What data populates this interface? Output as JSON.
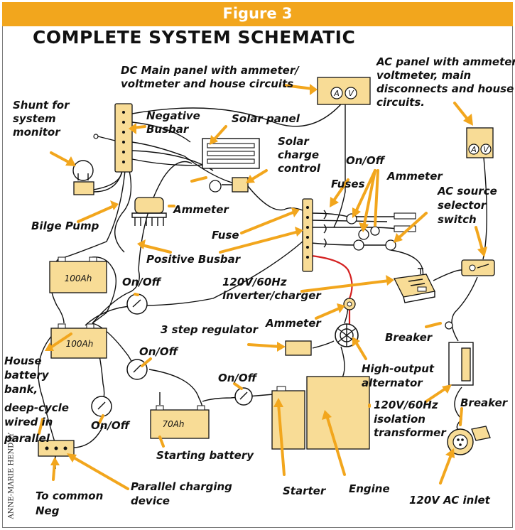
{
  "figure": {
    "banner": "Figure 3",
    "title": "COMPLETE SYSTEM SCHEMATIC",
    "credit": "ANNE-MARIE HENDRY",
    "accent_color": "#f2a61d",
    "component_fill": "#f8dc96",
    "positive_wire_color": "#d42020"
  },
  "labels": {
    "dc_panel": [
      "DC Main panel with ammeter/",
      "voltmeter and house circuits"
    ],
    "ac_panel": [
      "AC panel with ammeter/",
      "voltmeter, main",
      "disconnects and house",
      "circuits."
    ],
    "shunt": [
      "Shunt for",
      "system",
      "monitor"
    ],
    "negative_busbar": [
      "Negative",
      "Busbar"
    ],
    "solar_panel": "Solar panel",
    "solar_charge_control": [
      "Solar",
      "charge",
      "control"
    ],
    "on_off_top": "On/Off",
    "ammeter_top": "Ammeter",
    "fuses": "Fuses",
    "ac_source_selector": [
      "AC source",
      "selector",
      "switch"
    ],
    "bilge_pump": "Bilge Pump",
    "ammeter_left": "Ammeter",
    "fuse": "Fuse",
    "positive_busbar": "Positive Busbar",
    "on_off_mid": "On/Off",
    "inverter_charger": [
      "120V/60Hz",
      "inverter/charger"
    ],
    "three_step_regulator": "3 step regulator",
    "ammeter_mid": "Ammeter",
    "breaker_1": "Breaker",
    "on_off_low": "On/Off",
    "house_battery_bank": [
      "House",
      "battery",
      "bank,",
      "deep-cycle",
      "wired in",
      "parallel"
    ],
    "high_output_alternator": [
      "High-output",
      "alternator"
    ],
    "on_off_starter": "On/Off",
    "isolation_transformer": [
      "120V/60Hz",
      "isolation",
      "transformer"
    ],
    "breaker_2": "Breaker",
    "on_off_bottom": "On/Off",
    "starting_battery": "Starting battery",
    "to_common_neg": [
      "To common",
      "Neg"
    ],
    "parallel_charging_device": [
      "Parallel charging",
      "device"
    ],
    "starter": "Starter",
    "engine": "Engine",
    "ac_inlet": "120V AC inlet"
  },
  "components": {
    "meter_symbols": [
      "A",
      "V"
    ],
    "battery_1": "100Ah",
    "battery_2": "100Ah",
    "battery_3": "70Ah"
  }
}
